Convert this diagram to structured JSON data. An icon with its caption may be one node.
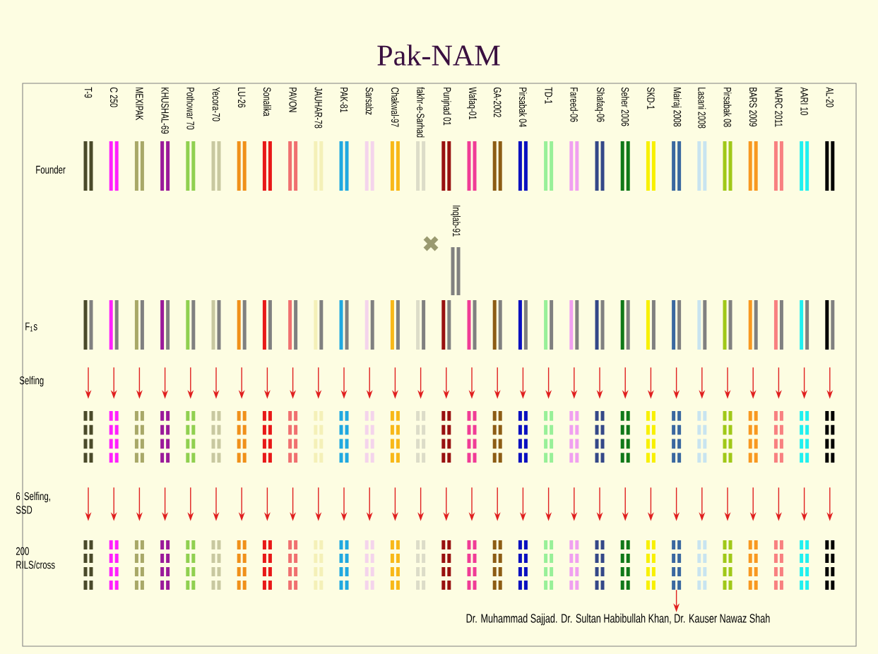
{
  "diagram": {
    "title": "Pak-NAM",
    "nodes": [
      {
        "text": [
          "T-9"
        ]
      },
      {
        "text": [
          "C 250"
        ]
      },
      {
        "text": [
          "MEXIPAK"
        ]
      },
      {
        "text": [
          "KHUSHAL-69"
        ]
      },
      {
        "text": [
          "Pothowar 70"
        ]
      },
      {
        "text": [
          "Yecora-70"
        ]
      },
      {
        "text": [
          "LU-26"
        ]
      },
      {
        "text": [
          "Sonalika"
        ]
      },
      {
        "text": [
          "PAVON"
        ]
      },
      {
        "text": [
          "JAUHAR-78"
        ]
      },
      {
        "text": [
          "PAK-81"
        ]
      },
      {
        "text": [
          "Sarsabz"
        ]
      },
      {
        "text": [
          "Chakwal-97"
        ]
      },
      {
        "text": [
          "fakhr-e-Sarhad"
        ]
      },
      {
        "text": [
          "Punjnad 01"
        ]
      },
      {
        "text": [
          "Wafaq-01"
        ]
      },
      {
        "text": [
          "GA-2002"
        ]
      },
      {
        "text": [
          "Pirsabak 04"
        ]
      },
      {
        "text": [
          "TD-1"
        ]
      },
      {
        "text": [
          "Fareed-06"
        ]
      },
      {
        "text": [
          "Shafaq-06"
        ]
      },
      {
        "text": [
          "Seher 2006"
        ]
      },
      {
        "text": [
          "SKD-1"
        ]
      },
      {
        "text": [
          "Mairaj 2008"
        ]
      },
      {
        "text": [
          "Lasani 2008"
        ]
      },
      {
        "text": [
          "Pirsabak 08"
        ]
      },
      {
        "text": [
          "BARS 2009"
        ]
      },
      {
        "text": [
          "NARC 2011"
        ]
      },
      {
        "text": [
          "AARI 10"
        ]
      },
      {
        "text": [
          "AL-20"
        ]
      },
      {
        "text": [
          "Inqlab-91"
        ]
      },
      {
        "text": [],
        "shape": "bar"
      },
      {
        "text": [],
        "shape": "bar"
      },
      {
        "text": [],
        "shape": "bar"
      },
      {
        "text": [],
        "shape": "bar"
      },
      {
        "text": [],
        "shape": "bar"
      },
      {
        "text": [],
        "shape": "bar"
      },
      {
        "text": [],
        "shape": "bar"
      },
      {
        "text": [],
        "shape": "bar"
      },
      {
        "text": [],
        "shape": "bar"
      },
      {
        "text": [],
        "shape": "bar"
      },
      {
        "text": [],
        "shape": "bar"
      },
      {
        "text": [],
        "shape": "bar"
      },
      {
        "text": [],
        "shape": "bar"
      },
      {
        "text": [],
        "shape": "bar"
      },
      {
        "text": [],
        "shape": "bar"
      },
      {
        "text": [],
        "shape": "bar"
      },
      {
        "text": [],
        "shape": "bar"
      },
      {
        "text": [],
        "shape": "bar"
      },
      {
        "text": [],
        "shape": "bar"
      },
      {
        "text": [],
        "shape": "bar"
      },
      {
        "text": [],
        "shape": "bar"
      },
      {
        "text": [],
        "shape": "bar"
      },
      {
        "text": [],
        "shape": "bar"
      },
      {
        "text": [],
        "shape": "bar"
      },
      {
        "text": [],
        "shape": "bar"
      },
      {
        "text": [],
        "shape": "bar"
      },
      {
        "text": [],
        "shape": "bar"
      },
      {
        "text": [],
        "shape": "bar"
      },
      {
        "text": [],
        "shape": "bar"
      },
      {
        "text": [],
        "shape": "bar"
      },
      {
        "text": [],
        "shape": "bar"
      },
      {
        "text": [],
        "shape": "bar"
      },
      {
        "text": [],
        "shape": "bar"
      },
      {
        "text": [],
        "shape": "bar"
      },
      {
        "text": [],
        "shape": "bar"
      },
      {
        "text": [],
        "shape": "bar"
      },
      {
        "text": [],
        "shape": "bar"
      },
      {
        "text": [],
        "shape": "bar"
      },
      {
        "text": [],
        "shape": "bar"
      },
      {
        "text": [],
        "shape": "bar"
      },
      {
        "text": [],
        "shape": "bar"
      },
      {
        "text": [],
        "shape": "bar"
      },
      {
        "text": [],
        "shape": "bar"
      },
      {
        "text": [],
        "shape": "bar"
      },
      {
        "text": [],
        "shape": "bar"
      },
      {
        "text": [],
        "shape": "bar"
      },
      {
        "text": [],
        "shape": "bar"
      },
      {
        "text": [],
        "shape": "bar"
      },
      {
        "text": [],
        "shape": "bar"
      },
      {
        "text": [],
        "shape": "bar"
      },
      {
        "text": [],
        "shape": "bar"
      },
      {
        "text": [],
        "shape": "bar"
      },
      {
        "text": [],
        "shape": "bar"
      },
      {
        "text": [],
        "shape": "bar"
      },
      {
        "text": [],
        "shape": "bar"
      },
      {
        "text": [],
        "shape": "bar"
      },
      {
        "text": [],
        "shape": "bar"
      },
      {
        "text": [],
        "shape": "bar"
      },
      {
        "text": [],
        "shape": "bar"
      },
      {
        "text": [],
        "shape": "bar"
      },
      {
        "text": [],
        "shape": "bar"
      },
      {
        "text": [],
        "shape": "bar"
      },
      {
        "text": [],
        "shape": "bar"
      },
      {
        "text": [],
        "shape": "bar"
      },
      {
        "text": [],
        "shape": "bar"
      },
      {
        "text": [],
        "shape": "bar"
      },
      {
        "text": [],
        "shape": "bar"
      },
      {
        "text": [],
        "shape": "bar"
      },
      {
        "text": [],
        "shape": "bar"
      },
      {
        "text": [],
        "shape": "bar"
      },
      {
        "text": [],
        "shape": "bar"
      },
      {
        "text": [],
        "shape": "bar"
      },
      {
        "text": [],
        "shape": "bar"
      },
      {
        "text": [],
        "shape": "bar"
      },
      {
        "text": [],
        "shape": "bar"
      },
      {
        "text": [],
        "shape": "bar"
      },
      {
        "text": [],
        "shape": "bar"
      },
      {
        "text": [],
        "shape": "bar"
      },
      {
        "text": [],
        "shape": "bar"
      },
      {
        "text": [],
        "shape": "bar"
      },
      {
        "text": [],
        "shape": "bar"
      },
      {
        "text": [],
        "shape": "bar"
      },
      {
        "text": [],
        "shape": "bar"
      },
      {
        "text": [],
        "shape": "bar"
      },
      {
        "text": [],
        "shape": "bar"
      },
      {
        "text": [],
        "shape": "bar"
      },
      {
        "text": [],
        "shape": "bar"
      },
      {
        "text": [],
        "shape": "bar"
      },
      {
        "text": [],
        "shape": "bar"
      },
      {
        "text": [],
        "shape": "bar"
      },
      {
        "text": [
          "Dr. Muhammad Sajjad. Dr. Sultan Habibullah Khan, Dr. Kauser Nawaz Shah"
        ]
      }
    ],
    "edges": [
      {
        "from": 31,
        "to": 61,
        "arrow": "to"
      },
      {
        "from": 32,
        "to": 62,
        "arrow": "to"
      },
      {
        "from": 33,
        "to": 63,
        "arrow": "to"
      },
      {
        "from": 34,
        "to": 64,
        "arrow": "to"
      },
      {
        "from": 35,
        "to": 65,
        "arrow": "to"
      },
      {
        "from": 36,
        "to": 66,
        "arrow": "to"
      },
      {
        "from": 37,
        "to": 67,
        "arrow": "to"
      },
      {
        "from": 38,
        "to": 68,
        "arrow": "to"
      },
      {
        "from": 39,
        "to": 69,
        "arrow": "to"
      },
      {
        "from": 40,
        "to": 70,
        "arrow": "to"
      },
      {
        "from": 41,
        "to": 71,
        "arrow": "to"
      },
      {
        "from": 42,
        "to": 72,
        "arrow": "to"
      },
      {
        "from": 43,
        "to": 73,
        "arrow": "to"
      },
      {
        "from": 44,
        "to": 74,
        "arrow": "to"
      },
      {
        "from": 45,
        "to": 75,
        "arrow": "to"
      },
      {
        "from": 46,
        "to": 76,
        "arrow": "to"
      },
      {
        "from": 47,
        "to": 77,
        "arrow": "to"
      },
      {
        "from": 48,
        "to": 78,
        "arrow": "to"
      },
      {
        "from": 49,
        "to": 79,
        "arrow": "to"
      },
      {
        "from": 50,
        "to": 80,
        "arrow": "to"
      },
      {
        "from": 51,
        "to": 81,
        "arrow": "to"
      },
      {
        "from": 52,
        "to": 82,
        "arrow": "to"
      },
      {
        "from": 53,
        "to": 83,
        "arrow": "to"
      },
      {
        "from": 54,
        "to": 84,
        "arrow": "to"
      },
      {
        "from": 55,
        "to": 85,
        "arrow": "to"
      },
      {
        "from": 56,
        "to": 86,
        "arrow": "to"
      },
      {
        "from": 57,
        "to": 87,
        "arrow": "to"
      },
      {
        "from": 58,
        "to": 88,
        "arrow": "to"
      },
      {
        "from": 59,
        "to": 89,
        "arrow": "to"
      },
      {
        "from": 60,
        "to": 90,
        "arrow": "to"
      },
      {
        "from": 61,
        "to": 91,
        "arrow": "to"
      },
      {
        "from": 62,
        "to": 92,
        "arrow": "to"
      },
      {
        "from": 63,
        "to": 93,
        "arrow": "to"
      },
      {
        "from": 64,
        "to": 94,
        "arrow": "to"
      },
      {
        "from": 65,
        "to": 95,
        "arrow": "to"
      },
      {
        "from": 66,
        "to": 96,
        "arrow": "to"
      },
      {
        "from": 67,
        "to": 97,
        "arrow": "to"
      },
      {
        "from": 68,
        "to": 98,
        "arrow": "to"
      },
      {
        "from": 69,
        "to": 99,
        "arrow": "to"
      },
      {
        "from": 70,
        "to": 100,
        "arrow": "to"
      },
      {
        "from": 71,
        "to": 101,
        "arrow": "to"
      },
      {
        "from": 72,
        "to": 102,
        "arrow": "to"
      },
      {
        "from": 73,
        "to": 103,
        "arrow": "to"
      },
      {
        "from": 74,
        "to": 104,
        "arrow": "to"
      },
      {
        "from": 75,
        "to": 105,
        "arrow": "to"
      },
      {
        "from": 76,
        "to": 106,
        "arrow": "to"
      },
      {
        "from": 77,
        "to": 107,
        "arrow": "to"
      },
      {
        "from": 78,
        "to": 108,
        "arrow": "to"
      },
      {
        "from": 79,
        "to": 109,
        "arrow": "to"
      },
      {
        "from": 80,
        "to": 110,
        "arrow": "to"
      },
      {
        "from": 81,
        "to": 111,
        "arrow": "to"
      },
      {
        "from": 82,
        "to": 112,
        "arrow": "to"
      },
      {
        "from": 83,
        "to": 113,
        "arrow": "to"
      },
      {
        "from": 84,
        "to": 114,
        "arrow": "to"
      },
      {
        "from": 85,
        "to": 115,
        "arrow": "to"
      },
      {
        "from": 86,
        "to": 116,
        "arrow": "to"
      },
      {
        "from": 87,
        "to": 117,
        "arrow": "to"
      },
      {
        "from": 88,
        "to": 118,
        "arrow": "to"
      },
      {
        "from": 89,
        "to": 119,
        "arrow": "to"
      },
      {
        "from": 90,
        "to": 120,
        "arrow": "to"
      },
      {
        "from": 114,
        "to": 121,
        "arrow": "to"
      }
    ],
    "labels": [
      "Founder",
      "F$_{1}$s",
      "Selfing",
      "6 Selfing, SSD",
      "200 RILS/cross"
    ]
  }
}
